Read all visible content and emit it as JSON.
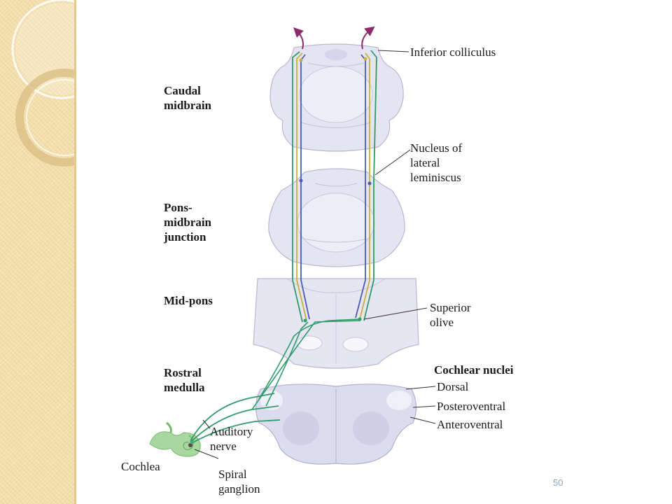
{
  "level_labels": [
    {
      "id": "caudal-midbrain",
      "text": "Caudal\nmidbrain"
    },
    {
      "id": "pons-midbrain",
      "text": "Pons-\nmidbrain\njunction"
    },
    {
      "id": "mid-pons",
      "text": "Mid-pons"
    },
    {
      "id": "rostral-medulla",
      "text": "Rostral\nmedulla"
    }
  ],
  "structure_labels": {
    "inferior_colliculus": "Inferior colliculus",
    "lateral_lemniscus": "Nucleus of\nlateral\nleminiscus",
    "superior_olive": "Superior\nolive",
    "cochlear_nuclei": "Cochlear nuclei",
    "dorsal": "Dorsal",
    "posteroventral": "Posteroventral",
    "anteroventral": "Anteroventral",
    "auditory_nerve": "Auditory\nnerve",
    "cochlea": "Cochlea",
    "spiral_ganglion": "Spiral\nganglion"
  },
  "page_number": "50",
  "colors": {
    "sidebar": "#f3deaa",
    "tissue": "#e2e2f0",
    "pathway_green": "#2f9c6a",
    "pathway_blue": "#4a5ab8",
    "pathway_yellow": "#c8b03a",
    "arrow_purple": "#8a2a6a",
    "cochlea_green": "#a8d8a0",
    "page_number": "#8aa8c8"
  }
}
